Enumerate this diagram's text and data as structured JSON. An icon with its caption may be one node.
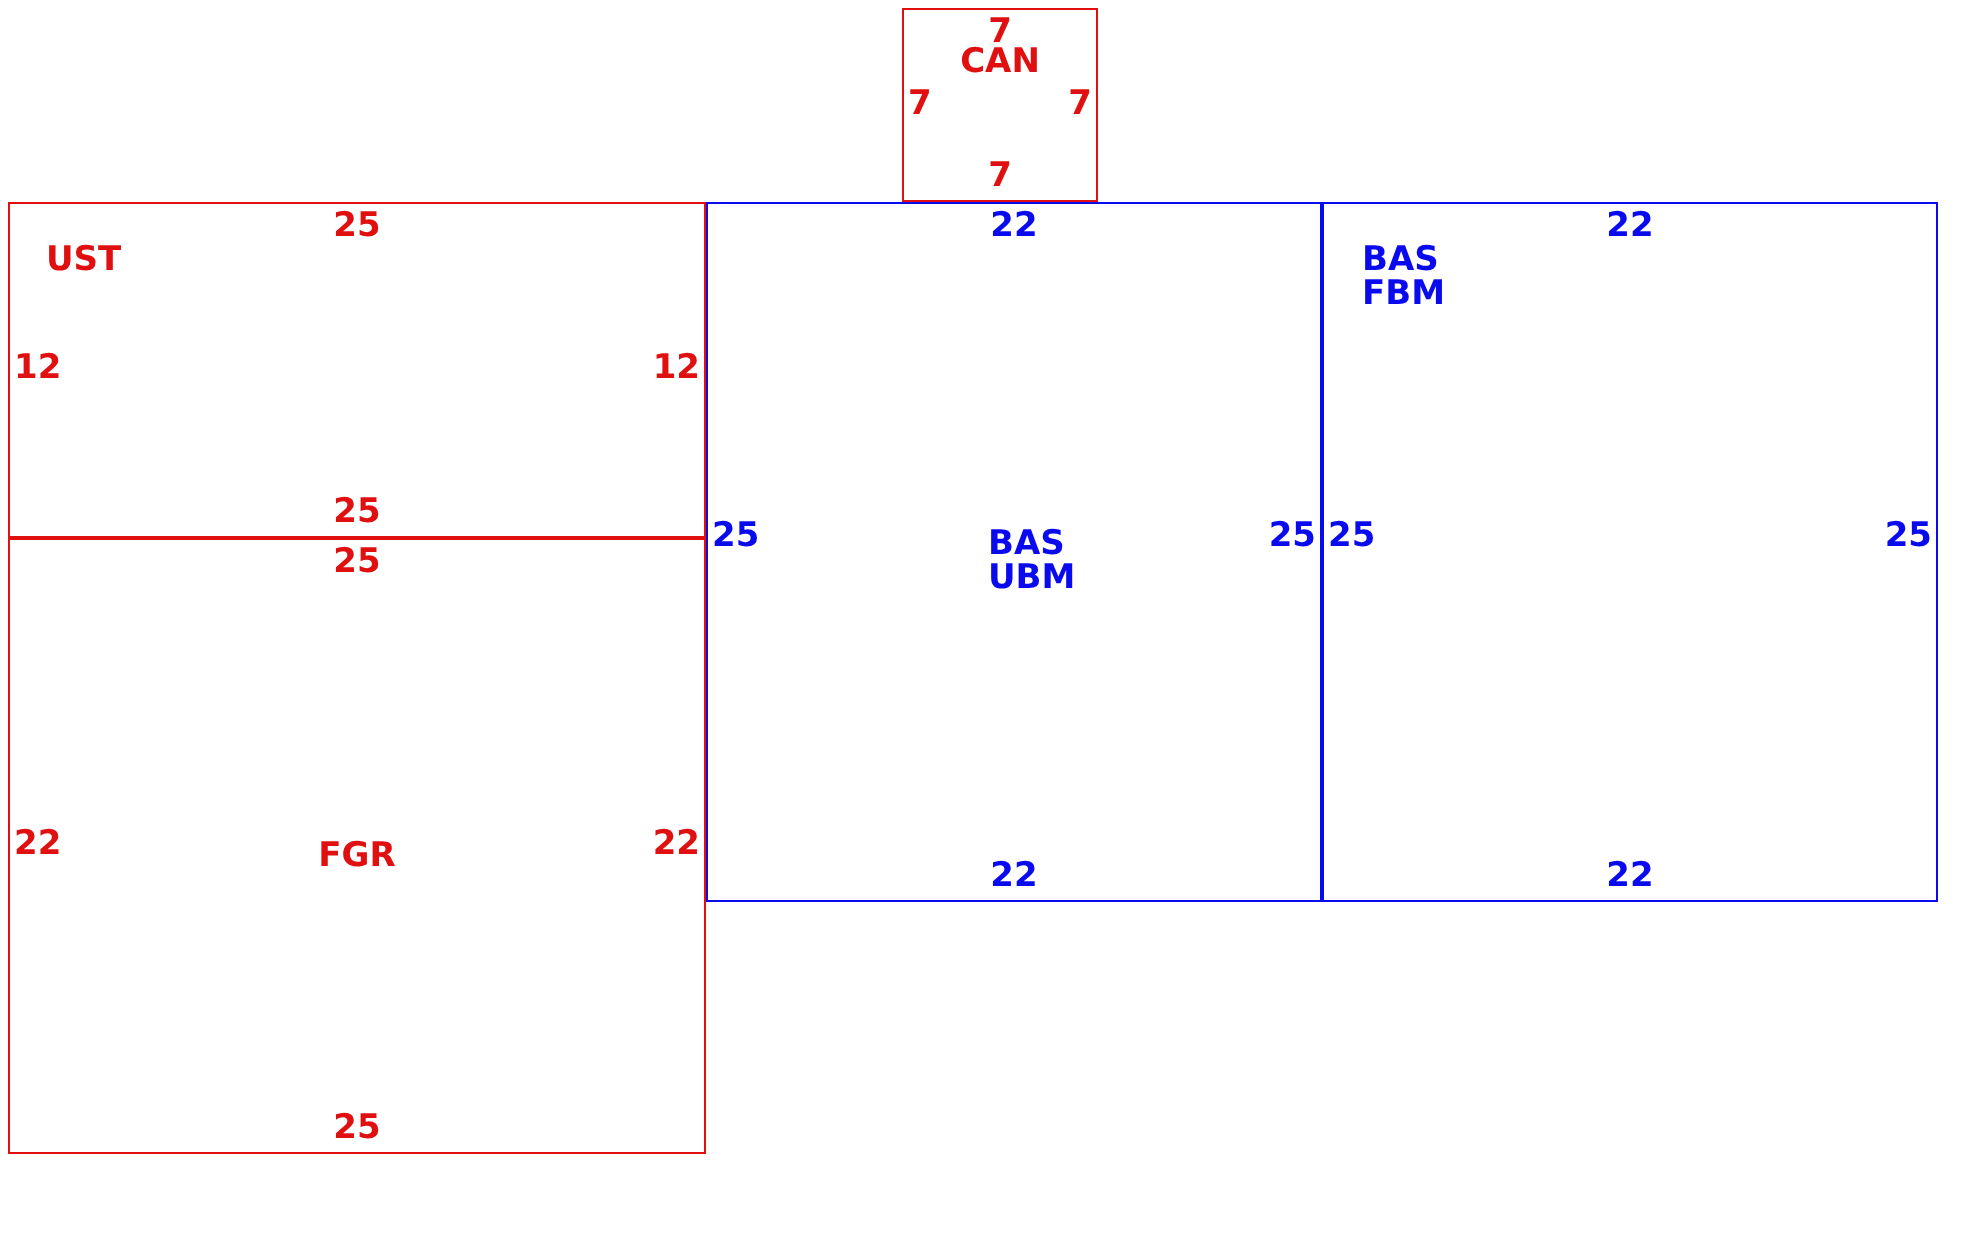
{
  "diagram": {
    "nodes": [
      {
        "text": [
          "CAN",
          "7",
          "7",
          "7",
          "7"
        ]
      },
      {
        "text": [
          "UST",
          "25",
          "12",
          "12",
          "25"
        ]
      },
      {
        "text": [
          "BAS UBM",
          "22",
          "25",
          "25",
          "22"
        ]
      },
      {
        "text": [
          "BAS FBM",
          "22",
          "25",
          "25",
          "22"
        ]
      },
      {
        "text": [
          "FGR",
          "25",
          "22",
          "22",
          "25"
        ]
      }
    ]
  }
}
